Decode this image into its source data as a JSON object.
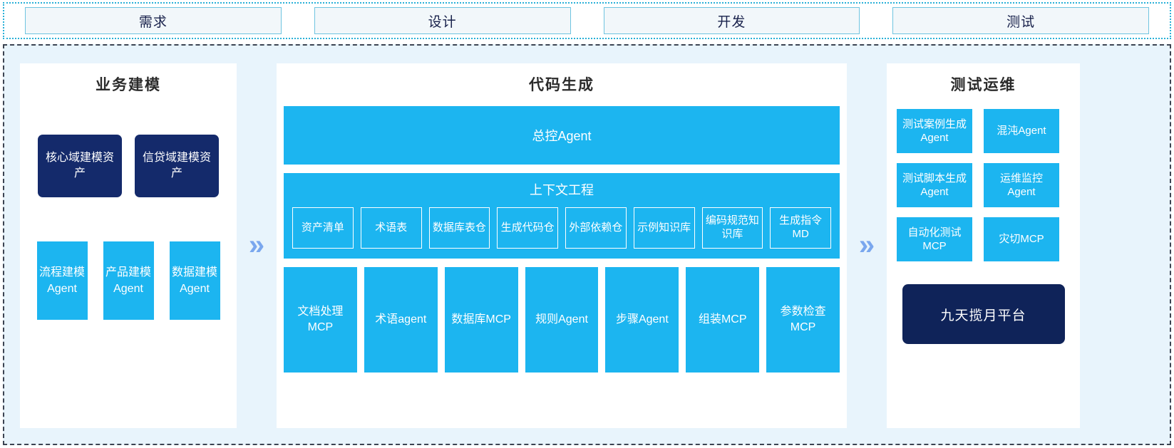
{
  "phases": [
    {
      "label": "需求"
    },
    {
      "label": "设计"
    },
    {
      "label": "开发"
    },
    {
      "label": "测试"
    }
  ],
  "arrows": {
    "glyph": "»",
    "name": "double-chevron-right-icon"
  },
  "business_modeling": {
    "title": "业务建模",
    "assets": [
      {
        "label": "核心域建模资产"
      },
      {
        "label": "信贷域建模资产"
      }
    ],
    "agents": [
      {
        "label": "流程建模Agent"
      },
      {
        "label": "产品建模Agent"
      },
      {
        "label": "数据建模Agent"
      }
    ]
  },
  "code_generation": {
    "title": "代码生成",
    "master_agent": "总控Agent",
    "context_engineering": {
      "title": "上下文工程",
      "items": [
        {
          "label": "资产清单"
        },
        {
          "label": "术语表"
        },
        {
          "label": "数据库表仓"
        },
        {
          "label": "生成代码仓"
        },
        {
          "label": "外部依赖仓"
        },
        {
          "label": "示例知识库"
        },
        {
          "label": "编码规范知识库"
        },
        {
          "label": "生成指令MD"
        }
      ]
    },
    "tools": [
      {
        "label": "文档处理MCP"
      },
      {
        "label": "术语agent"
      },
      {
        "label": "数据库MCP"
      },
      {
        "label": "规则Agent"
      },
      {
        "label": "步骤Agent"
      },
      {
        "label": "组装MCP"
      },
      {
        "label": "参数检查MCP"
      }
    ]
  },
  "test_ops": {
    "title": "测试运维",
    "cards": [
      {
        "label": "测试案例生成Agent"
      },
      {
        "label": "混沌Agent"
      },
      {
        "label": "测试脚本生成Agent"
      },
      {
        "label": "运维监控Agent"
      },
      {
        "label": "自动化测试MCP"
      },
      {
        "label": "灾切MCP"
      }
    ],
    "platform": "九天揽月平台"
  },
  "colors": {
    "cyan": "#1cb5f0",
    "navy": "#142a6b",
    "platform_navy": "#0f2359",
    "panel_bg": "#e8f4fc",
    "arrow": "#7aa7ee",
    "phase_border": "#6fc4e0",
    "phase_fill": "#f2f7fa"
  }
}
